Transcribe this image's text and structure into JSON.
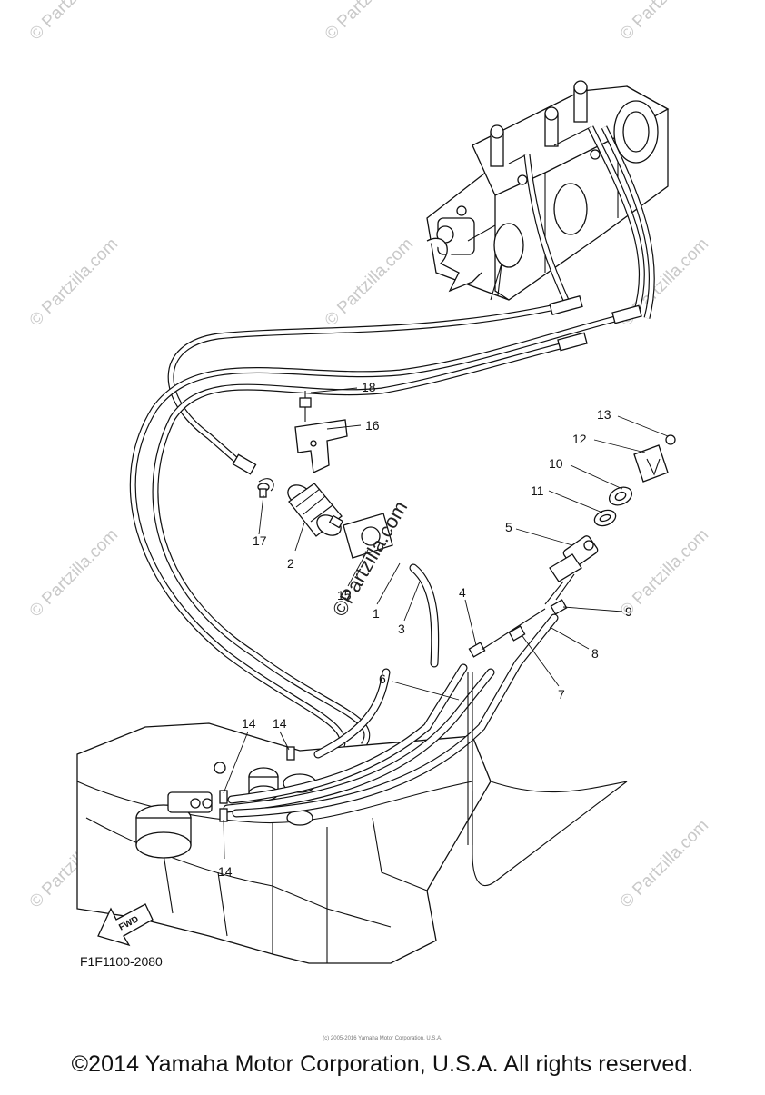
{
  "diagram": {
    "watermark_text": "© Partzilla.com",
    "big_watermark_text": "©Partzilla.com",
    "drawing_code": "F1F1100-2080",
    "fwd_label": "FWD",
    "callouts": {
      "n1": "1",
      "n2": "2",
      "n3": "3",
      "n4": "4",
      "n5": "5",
      "n6": "6",
      "n7": "7",
      "n8": "8",
      "n9": "9",
      "n10": "10",
      "n11": "11",
      "n12": "12",
      "n13": "13",
      "n14a": "14",
      "n14b": "14",
      "n14c": "14",
      "n15": "15",
      "n16": "16",
      "n17": "17",
      "n18": "18"
    }
  },
  "footer": {
    "copyright": "©2014 Yamaha Motor Corporation, U.S.A. All rights reserved.",
    "tiny_copyright": "(c) 2005-2016 Yamaha Motor Corporation, U.S.A."
  }
}
